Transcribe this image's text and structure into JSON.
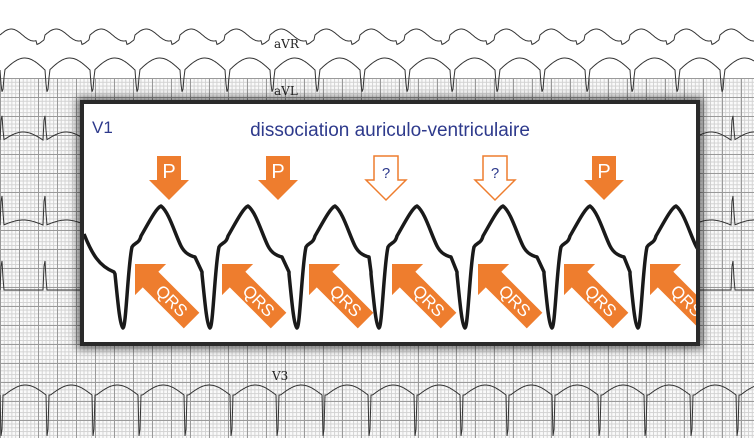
{
  "background_leads": {
    "top_label": "aVR",
    "middle_label": "aVL",
    "bottom_label": "V3"
  },
  "panel": {
    "lead": "V1",
    "title": "dissociation auriculo-ventriculaire",
    "p_markers": [
      {
        "label": "P",
        "style": "filled"
      },
      {
        "label": "P",
        "style": "filled"
      },
      {
        "label": "?",
        "style": "hollow"
      },
      {
        "label": "?",
        "style": "hollow"
      },
      {
        "label": "P",
        "style": "filled"
      }
    ],
    "qrs_markers": [
      "QRS",
      "QRS",
      "QRS",
      "QRS",
      "QRS",
      "QRS",
      "QRS"
    ],
    "beat_count": 7
  },
  "colors": {
    "accent": "#ee7d2e",
    "title": "#2e3a8c",
    "trace": "#1a1a1a"
  }
}
